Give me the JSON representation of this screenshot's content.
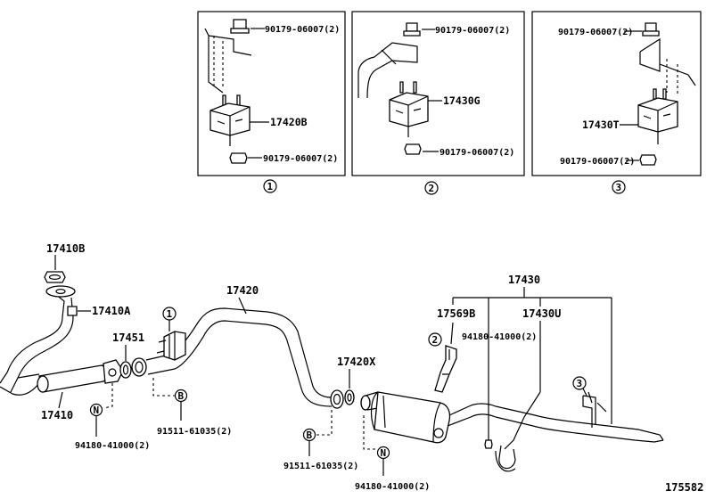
{
  "diagram": {
    "drawing_number": "175582",
    "inset_1": {
      "index": "1",
      "top_bolt": "90179-06007(2)",
      "mount": "17420B",
      "bottom_nut": "90179-06007(2)"
    },
    "inset_2": {
      "index": "2",
      "top_bolt": "90179-06007(2)",
      "mount": "17430G",
      "bottom_nut": "90179-06007(2)"
    },
    "inset_3": {
      "index": "3",
      "top_bolt": "90179-06007(2)",
      "mount": "17430T",
      "bottom_nut": "90179-06007(2)"
    },
    "main": {
      "p17410B": "17410B",
      "p17410A": "17410A",
      "p17451": "17451",
      "p17410": "17410",
      "p17420": "17420",
      "p17420X": "17420X",
      "p17430": "17430",
      "p17569B": "17569B",
      "p17430U": "17430U",
      "ref_1": "1",
      "ref_2": "2",
      "ref_3": "3",
      "nut_a": "94180-41000(2)",
      "nut_a_letter": "N",
      "bolt_a": "91511-61035(2)",
      "bolt_a_letter": "B",
      "bolt_b": "91511-61035(2)",
      "bolt_b_letter": "B",
      "nut_b": "94180-41000(2)",
      "nut_b_letter": "N",
      "nut_c": "94180-41000(2)"
    }
  }
}
